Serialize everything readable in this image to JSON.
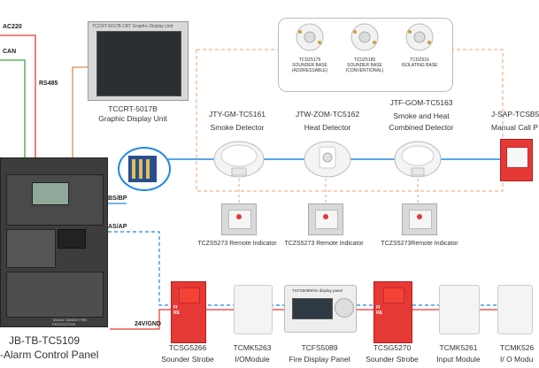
{
  "buses": {
    "ac220": "AC220",
    "can": "CAN",
    "rs485": "RS485",
    "bsbp": "BS/BP",
    "asap": "AS/AP",
    "power": "24V/GND"
  },
  "display_unit": {
    "screen_caption": "TCCRT-5017B CRT Graphic Display Unit",
    "model": "TCCRT-5017B",
    "name": "Graphic Display Unit"
  },
  "bases": [
    {
      "line1": "TCDZ5175",
      "line2": "SOUNDER BASE",
      "line3": "(ADDRESSABLE)"
    },
    {
      "line1": "TCDZ5185",
      "line2": "SOUNDER BASE",
      "line3": "(CONVENTIONAL)"
    },
    {
      "line1": "TCDZ516",
      "line2": "ISOLATING BASE",
      "line3": ""
    }
  ],
  "detectors": [
    {
      "model": "JTY-GM-TC5161",
      "name": "Smoke Detector"
    },
    {
      "model": "JTW-ZOM-TC5162",
      "name": "Heat Detector"
    },
    {
      "model": "JTF-GOM-TC5163",
      "name": "Smoke and Heat",
      "name2": "Combined Detector"
    },
    {
      "model": "J-SAP-TCSB5",
      "name": "Manual Call P"
    }
  ],
  "remote_indicators": [
    {
      "label": "TCZS5273 Remote Indicator"
    },
    {
      "label": "TCZS5273 Remote Indicator"
    },
    {
      "label": "TCZS5273Remote Indicator"
    }
  ],
  "panel": {
    "model": "JB-TB-TC5109",
    "name": "-Alarm Control Panel",
    "bottom_text": "TANDA TIANBO FIRE PROTECTION"
  },
  "modules": [
    {
      "model": "TCSG5266",
      "name": "Sounder Strobe",
      "side_text": "FIRE"
    },
    {
      "model": "TCMK5263",
      "name": "I/OModule"
    },
    {
      "model": "TCFS5089",
      "name": "Fire Display Panel",
      "screen_title": "TCFS5089Fire display panel"
    },
    {
      "model": "TCSG5270",
      "name": "Sounder Strobe",
      "side_text": "FIRE"
    },
    {
      "model": "TCMK5261",
      "name": "Input Module"
    },
    {
      "model": "TCMK526",
      "name": "I/ O Modu"
    }
  ]
}
